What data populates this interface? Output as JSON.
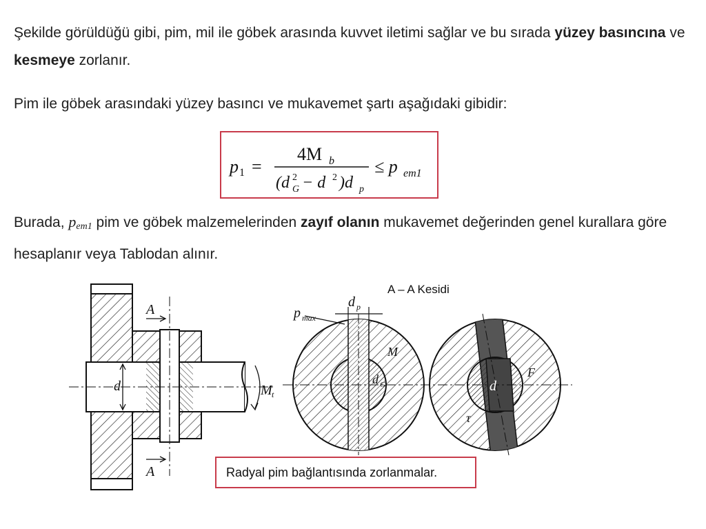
{
  "paragraph1": {
    "text_a": "Şekilde görüldüğü gibi, pim, mil ile göbek arasında kuvvet iletimi sağlar ve bu sırada ",
    "bold_a": "yüzey basıncına",
    "text_b": " ve ",
    "bold_b": "kesmeye",
    "text_c": " zorlanır."
  },
  "paragraph2": {
    "text": "Pim ile göbek arasındaki yüzey basıncı ve mukavemet şartı aşağıdaki gibidir:"
  },
  "formula": {
    "lhs": "p",
    "lhs_sub": "1",
    "equals": "=",
    "numerator": "4M",
    "numerator_sub": "b",
    "den_open": "(d",
    "den_sup1": "2",
    "den_sub1": "G",
    "den_minus": " − d",
    "den_sup2": "2",
    "den_close": ")d",
    "den_sub2": "p",
    "leq": "≤ p",
    "rhs_sub": "em1"
  },
  "paragraph3": {
    "text_a": "Burada, ",
    "math": "p",
    "math_sub": "em1",
    "text_b": " pim ve göbek malzemelerinden ",
    "bold": "zayıf olanın",
    "text_c": " mukavemet değerinden genel kurallara göre hesaplanır veya Tablodan alınır."
  },
  "figure": {
    "section_title": "A – A Kesidi",
    "label_A_top": "A",
    "label_A_bottom": "A",
    "label_d": "d",
    "label_Mt": "M",
    "label_Mt_sub": "t",
    "label_pmax": "p",
    "label_pmax_sub": "max",
    "label_dp": "d",
    "label_dp_sub": "p",
    "label_M": "M",
    "label_dG": "d",
    "label_dG_sub": "G",
    "label_d2": "d",
    "label_F": "F",
    "label_tau": "τ",
    "caption": "Radyal pim bağlantısında zorlanmalar."
  }
}
